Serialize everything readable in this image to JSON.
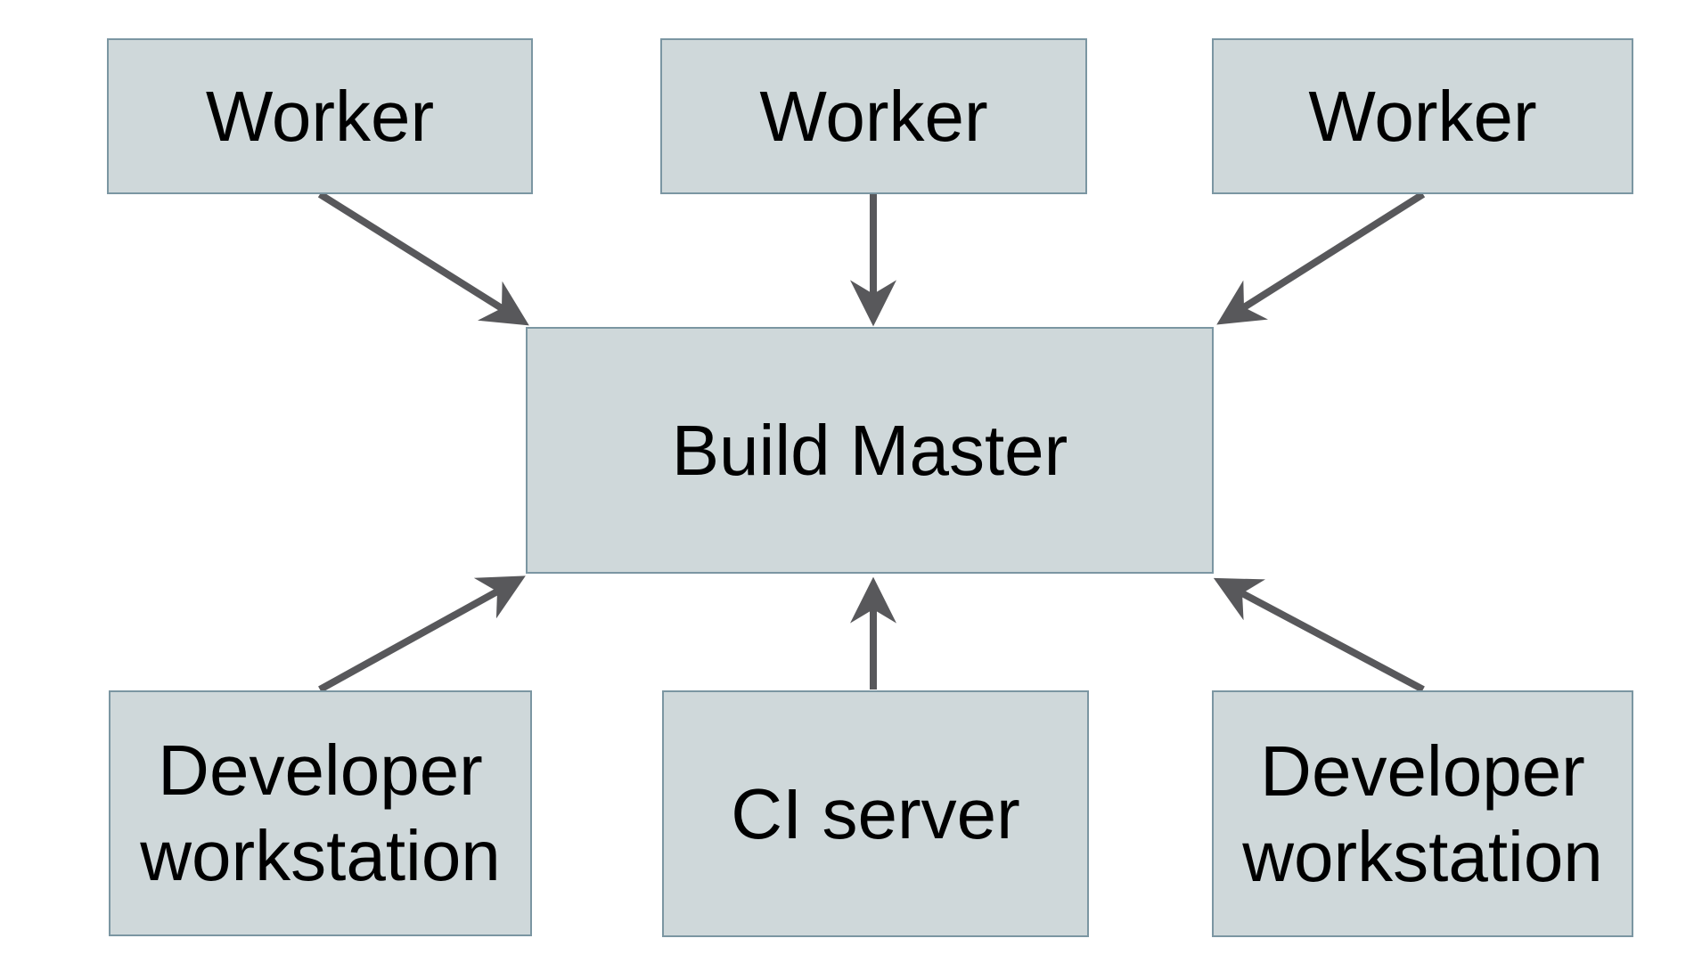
{
  "diagram": {
    "background_color": "#ffffff",
    "node_fill_color": "#cfd8da",
    "node_border_color": "#7b96a2",
    "arrow_color": "#58585b",
    "text_color": "#000000",
    "nodes": [
      {
        "id": "worker-1",
        "label": "Worker"
      },
      {
        "id": "worker-2",
        "label": "Worker"
      },
      {
        "id": "worker-3",
        "label": "Worker"
      },
      {
        "id": "build-master",
        "label": "Build Master"
      },
      {
        "id": "developer-workstation-left",
        "label": "Developer workstation"
      },
      {
        "id": "ci-server",
        "label": "CI server"
      },
      {
        "id": "developer-workstation-right",
        "label": "Developer workstation"
      }
    ],
    "edges": [
      {
        "from": "worker-1",
        "to": "build-master",
        "direction": "down-right"
      },
      {
        "from": "worker-2",
        "to": "build-master",
        "direction": "down"
      },
      {
        "from": "worker-3",
        "to": "build-master",
        "direction": "down-left"
      },
      {
        "from": "developer-workstation-left",
        "to": "build-master",
        "direction": "up-right"
      },
      {
        "from": "ci-server",
        "to": "build-master",
        "direction": "up"
      },
      {
        "from": "developer-workstation-right",
        "to": "build-master",
        "direction": "up-left"
      }
    ]
  }
}
